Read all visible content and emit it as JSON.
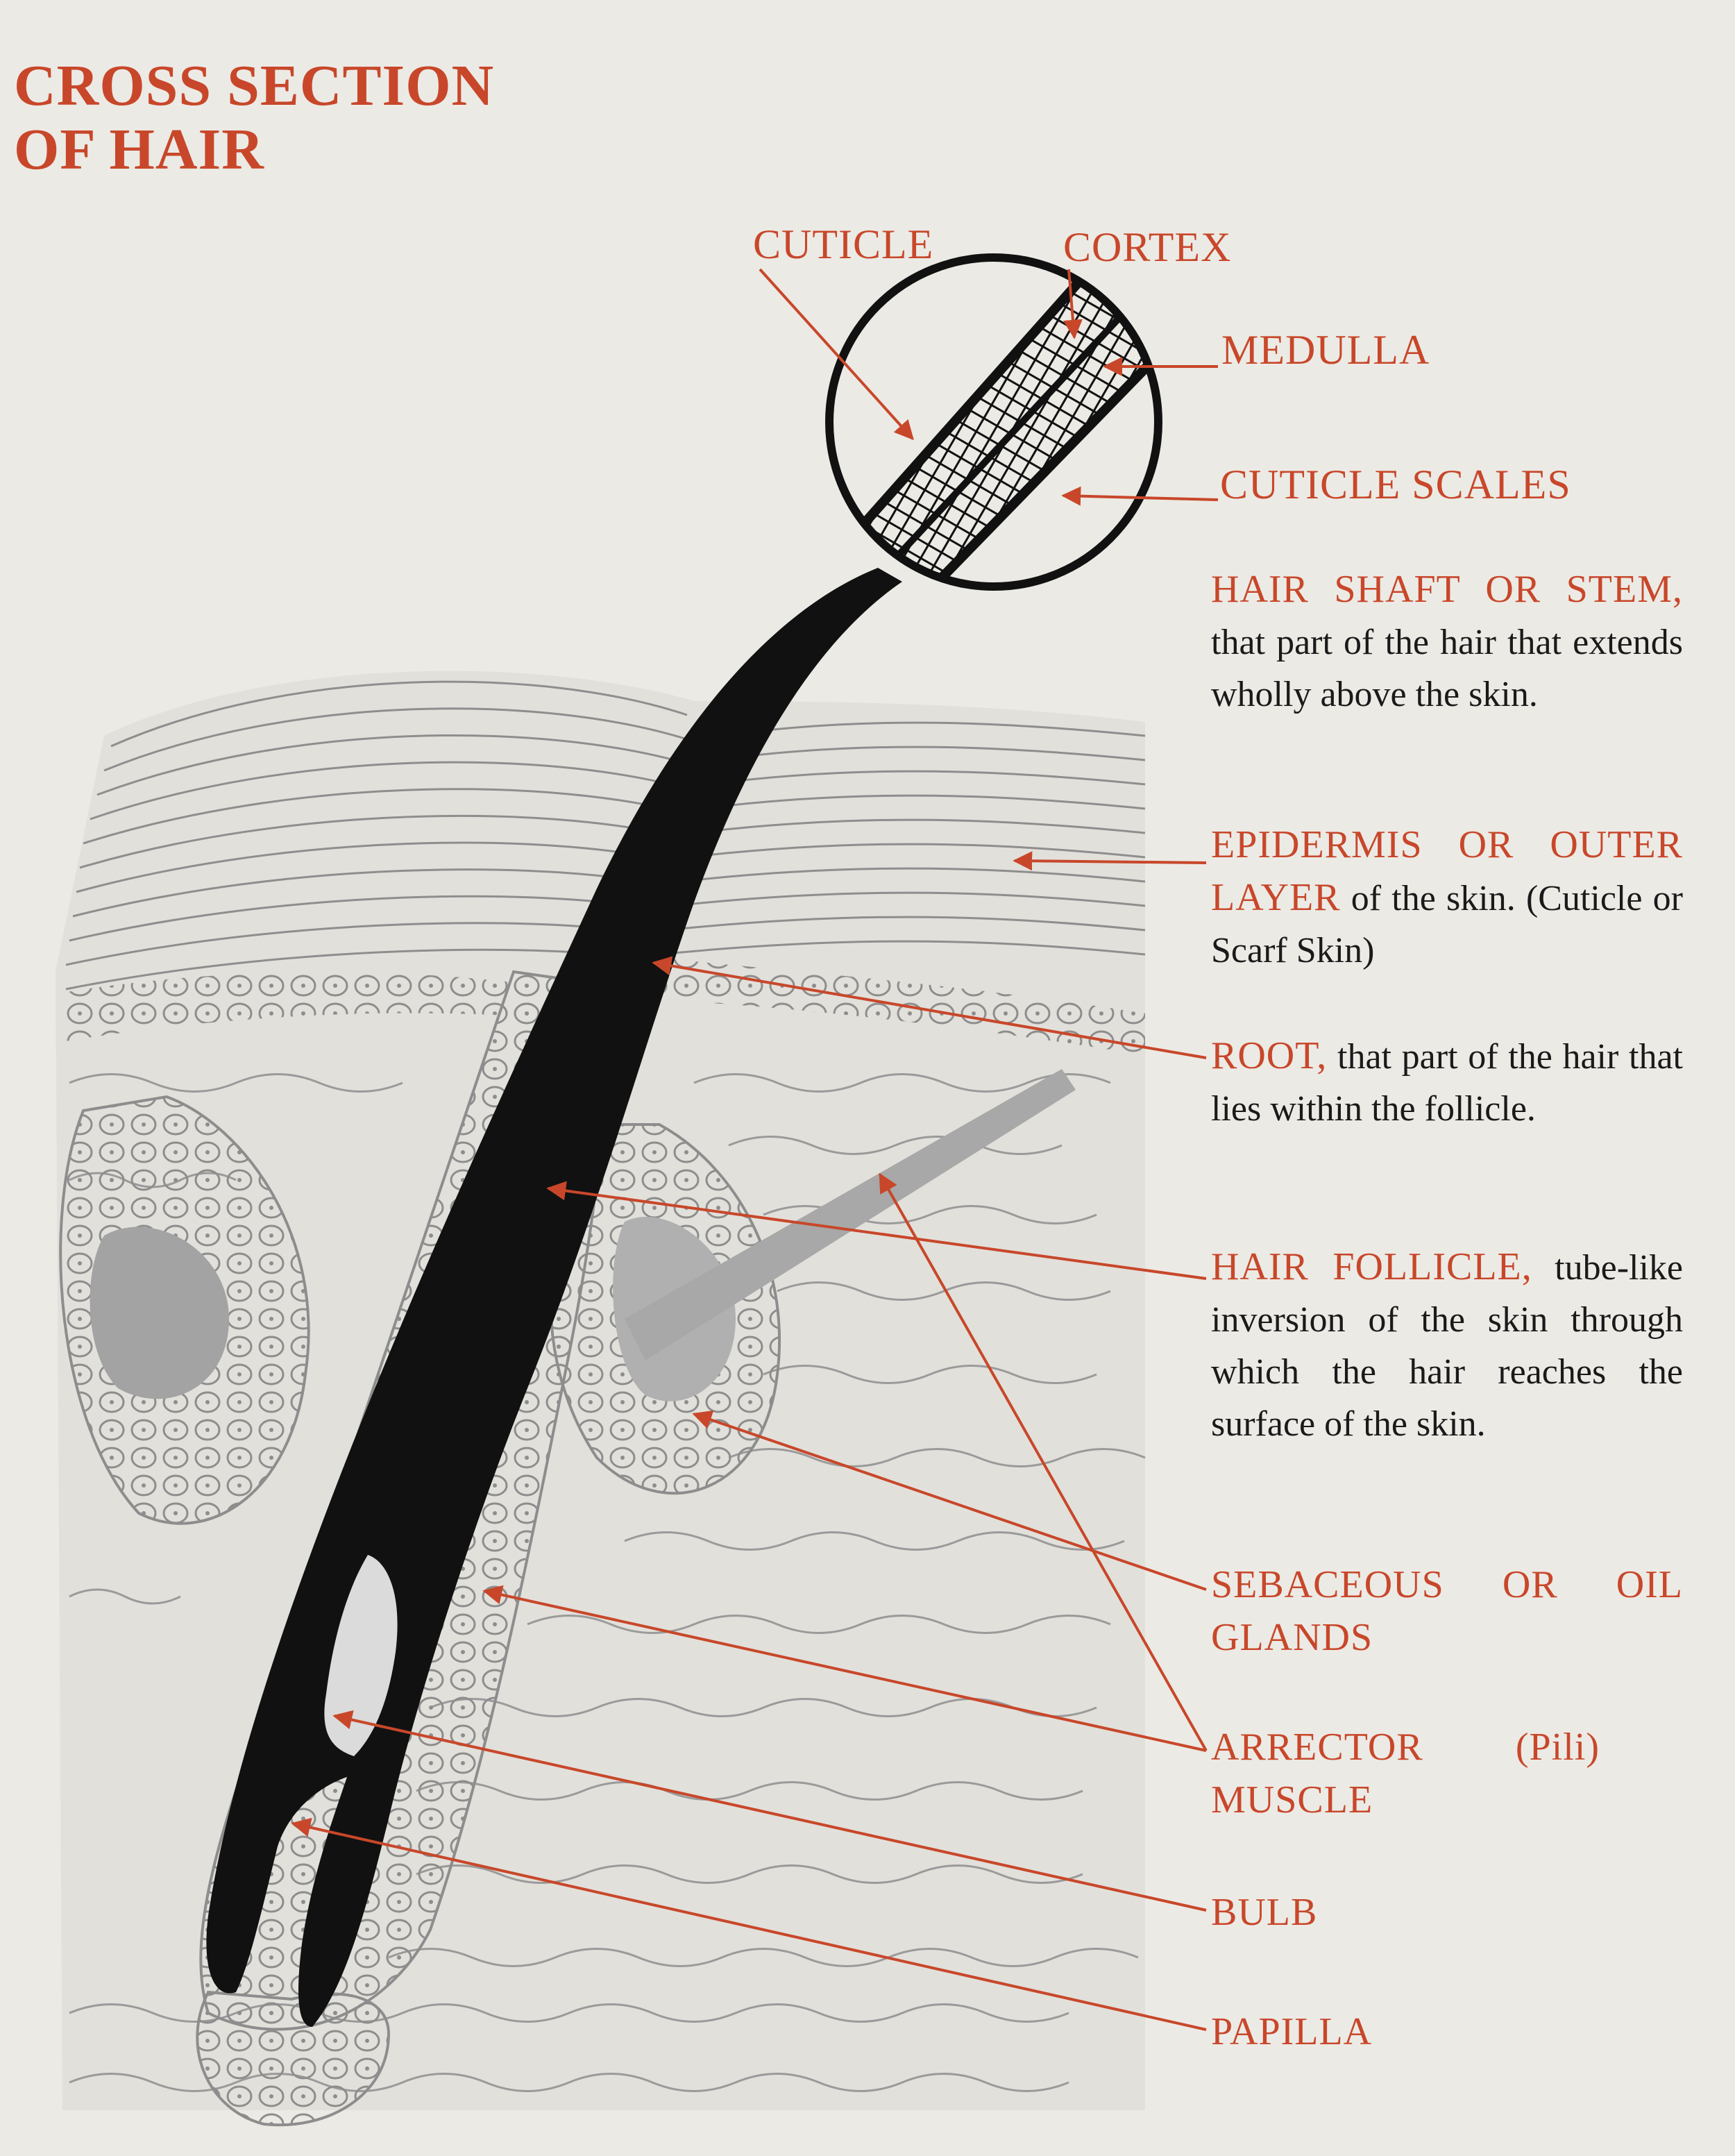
{
  "title": {
    "line1": "CROSS SECTION",
    "line2": "OF HAIR"
  },
  "labels": {
    "cuticle": "CUTICLE",
    "cortex": "CORTEX",
    "medulla": "MEDULLA",
    "cuticle_scales": "CUTICLE SCALES"
  },
  "descriptions": {
    "hair_shaft": {
      "term": "HAIR SHAFT OR STEM,",
      "text": "that part of the hair that extends wholly above the skin."
    },
    "epidermis": {
      "term": "EPIDERMIS OR OUTER LAYER",
      "text": "of the skin. (Cuticle or Scarf Skin)"
    },
    "root": {
      "term": "ROOT,",
      "text": "that part of the hair that lies within the follicle."
    },
    "hair_follicle": {
      "term": "HAIR FOLLICLE,",
      "text": "tube-like inversion of the skin through which the hair reaches the surface of the skin."
    },
    "sebaceous": {
      "term": "SEBACEOUS OR OIL GLANDS",
      "text": ""
    },
    "arrector": {
      "term": "ARRECTOR (Pili) MUSCLE",
      "text": ""
    },
    "bulb": {
      "term": "BULB",
      "text": ""
    },
    "papilla": {
      "term": "PAPILLA",
      "text": ""
    }
  },
  "colors": {
    "accent": "#c8472a",
    "ink": "#111111",
    "tissue": "#9a9a9a",
    "paper": "#eceae5"
  }
}
